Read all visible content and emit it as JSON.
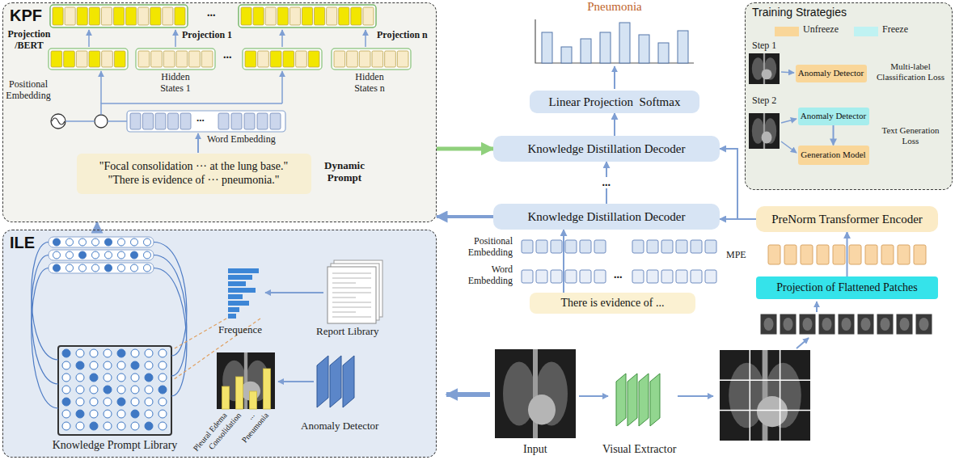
{
  "diagram": {
    "nodes": [
      {
        "text": [
          "KPF"
        ]
      },
      {
        "text": [
          "\"Focal consolidation ··· at the lung base.\"",
          "\"There is evidence of ··· pneumonia.\""
        ],
        "in": 0
      },
      {
        "text": [
          "ILE"
        ]
      },
      {
        "text": [
          "Linear Projection  Softmax"
        ]
      },
      {
        "text": [
          "Knowledge Distillation Decoder"
        ]
      },
      {
        "text": [
          "Knowledge Distillation Decoder"
        ]
      },
      {
        "text": [
          "There is evidence of ..."
        ]
      },
      {
        "text": [
          "Training Strategies"
        ]
      },
      {
        "text": [
          "Anomaly Detector"
        ],
        "in": 7
      },
      {
        "text": [
          "Anomaly Detector"
        ],
        "in": 7
      },
      {
        "text": [
          "Generation Model"
        ],
        "in": 7
      },
      {
        "text": [
          "PreNorm Transformer Encoder"
        ]
      },
      {
        "text": [
          "Projection of Flattened Patches"
        ]
      }
    ],
    "edges": [
      {
        "from": 4,
        "to": 3,
        "arrow": "to"
      },
      {
        "from": 5,
        "to": 4,
        "label": "...",
        "arrow": "to"
      },
      {
        "from": 6,
        "to": 5,
        "arrow": "to"
      },
      {
        "from": 11,
        "to": 4,
        "arrow": "to"
      },
      {
        "from": 11,
        "to": 5,
        "arrow": "to"
      },
      {
        "from": 12,
        "to": 11,
        "arrow": "to"
      },
      {
        "from": 0,
        "to": 4,
        "arrow": "to"
      },
      {
        "from": 5,
        "to": 0,
        "arrow": "to"
      },
      {
        "from": 2,
        "to": 0,
        "arrow": "to"
      },
      {
        "from": 9,
        "to": 10,
        "arrow": "to"
      }
    ],
    "labels": [
      "Projection /BERT",
      "Projection 1",
      "Projection n",
      "Hidden States 1",
      "Hidden States n",
      "Positional Embedding",
      "Word Embedding",
      "Dynamic Prompt",
      "...",
      "...",
      "...",
      "Knowledge Prompt Library",
      "Frequence",
      "Report Library",
      "Pleural Edema",
      "Consolidation",
      "Pneumonia",
      "...",
      "Anomaly Detector",
      "Pneumonia",
      "Positional Embedding",
      "Word Embedding",
      "...",
      "Input",
      "Visual Extractor",
      "MPE",
      "Step 1",
      "Multi-label Classification Loss",
      "Step 2",
      "Text Generation Loss"
    ],
    "legend": [
      {
        "text": "Unfreeze",
        "color": "#f9d699"
      },
      {
        "text": "Freeze",
        "color": "#bff2f2"
      }
    ]
  }
}
